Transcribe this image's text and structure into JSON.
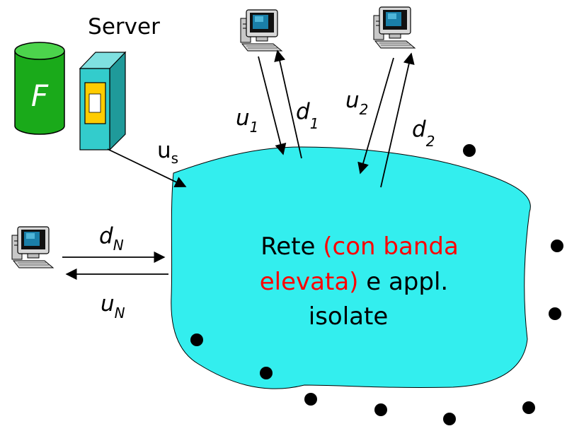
{
  "server": {
    "label": "Server",
    "file_label": "F"
  },
  "network": {
    "text_line1_a": "Rete ",
    "text_line1_b": "(con banda",
    "text_line2_a": "elevata)",
    "text_line2_b": " e appl.",
    "text_line3": "isolate",
    "highlight_color": "#ff0000",
    "cloud_color": "#33eeee"
  },
  "links": {
    "us": {
      "base": "u",
      "sub": "s"
    },
    "u1": {
      "base": "u",
      "sub": "1"
    },
    "d1": {
      "base": "d",
      "sub": "1"
    },
    "u2": {
      "base": "u",
      "sub": "2"
    },
    "d2": {
      "base": "d",
      "sub": "2"
    },
    "dN": {
      "base": "d",
      "sub": "N"
    },
    "uN": {
      "base": "u",
      "sub": "N"
    }
  },
  "icons": [
    "storage-cylinder-icon",
    "server-tower-icon",
    "desktop-computer-icon"
  ]
}
